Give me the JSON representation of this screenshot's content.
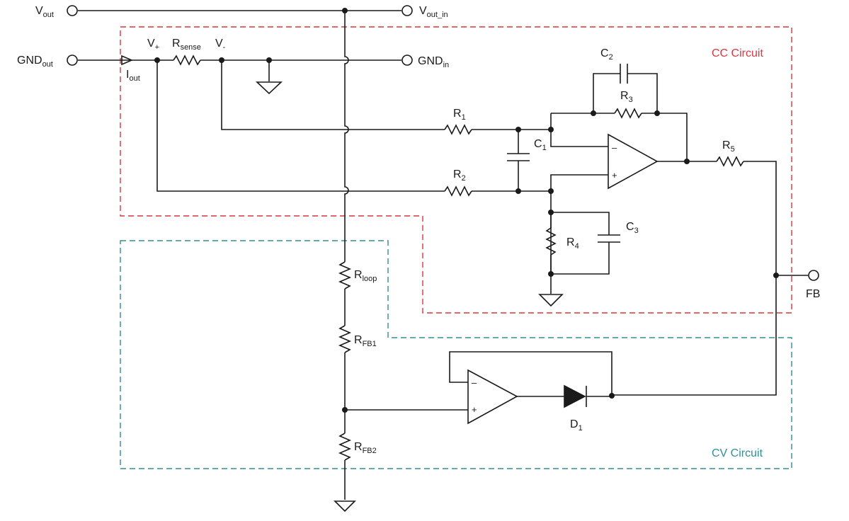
{
  "labels": {
    "vout": {
      "main": "V",
      "sub": "out"
    },
    "vout_in": {
      "main": "V",
      "sub": "out_in"
    },
    "gnd_out": {
      "main": "GND",
      "sub": "out"
    },
    "gnd_in": {
      "main": "GND",
      "sub": "in"
    },
    "vplus": {
      "main": "V",
      "sub": "+"
    },
    "vminus": {
      "main": "V",
      "sub": "-"
    },
    "rsense": {
      "main": "R",
      "sub": "sense"
    },
    "iout": {
      "main": "I",
      "sub": "out"
    },
    "r1": {
      "main": "R",
      "sub": "1"
    },
    "r2": {
      "main": "R",
      "sub": "2"
    },
    "r3": {
      "main": "R",
      "sub": "3"
    },
    "r4": {
      "main": "R",
      "sub": "4"
    },
    "r5": {
      "main": "R",
      "sub": "5"
    },
    "c1": {
      "main": "C",
      "sub": "1"
    },
    "c2": {
      "main": "C",
      "sub": "2"
    },
    "c3": {
      "main": "C",
      "sub": "3"
    },
    "rloop": {
      "main": "R",
      "sub": "loop"
    },
    "rfb1": {
      "main": "R",
      "sub": "FB1"
    },
    "rfb2": {
      "main": "R",
      "sub": "FB2"
    },
    "d1": {
      "main": "D",
      "sub": "1"
    },
    "fb": "FB",
    "minus": "–",
    "plus": "+"
  },
  "regions": {
    "cc": {
      "title": "CC Circuit",
      "color": "#d9363e"
    },
    "cv": {
      "title": "CV Circuit",
      "color": "#2e8f96"
    }
  }
}
